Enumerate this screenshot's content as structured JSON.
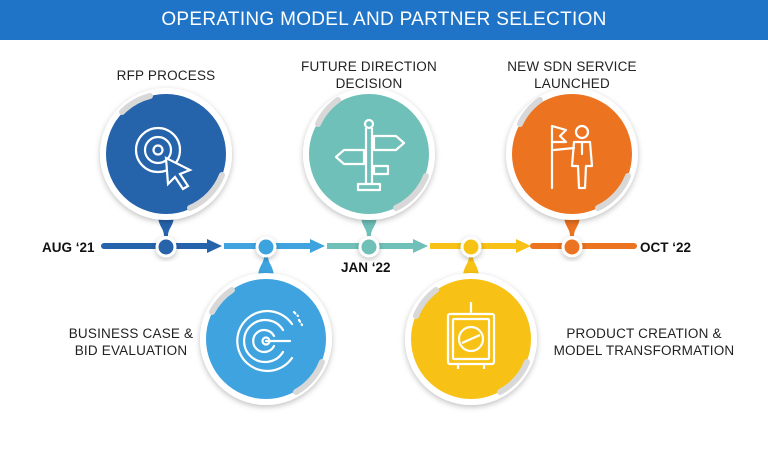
{
  "title": "OPERATING MODEL AND PARTNER SELECTION",
  "milestones": [
    {
      "label_line1": "RFP PROCESS",
      "label_line2": "",
      "color": "#2563ab",
      "icon": "target-cursor-icon"
    },
    {
      "label_line1": "BUSINESS CASE &",
      "label_line2": "BID EVALUATION",
      "color": "#3ea3df",
      "icon": "circular-gauge-icon"
    },
    {
      "label_line1": "FUTURE DIRECTION",
      "label_line2": "DECISION",
      "color": "#6fc0b8",
      "icon": "signpost-icon"
    },
    {
      "label_line1": "PRODUCT CREATION &",
      "label_line2": "MODEL TRANSFORMATION",
      "color": "#f7c215",
      "icon": "safe-dial-icon"
    },
    {
      "label_line1": "NEW SDN SERVICE",
      "label_line2": "LAUNCHED",
      "color": "#ec7320",
      "icon": "person-flag-icon"
    }
  ],
  "dates": {
    "start": "AUG ‘21",
    "mid": "JAN ‘22",
    "end": "OCT ‘22"
  }
}
